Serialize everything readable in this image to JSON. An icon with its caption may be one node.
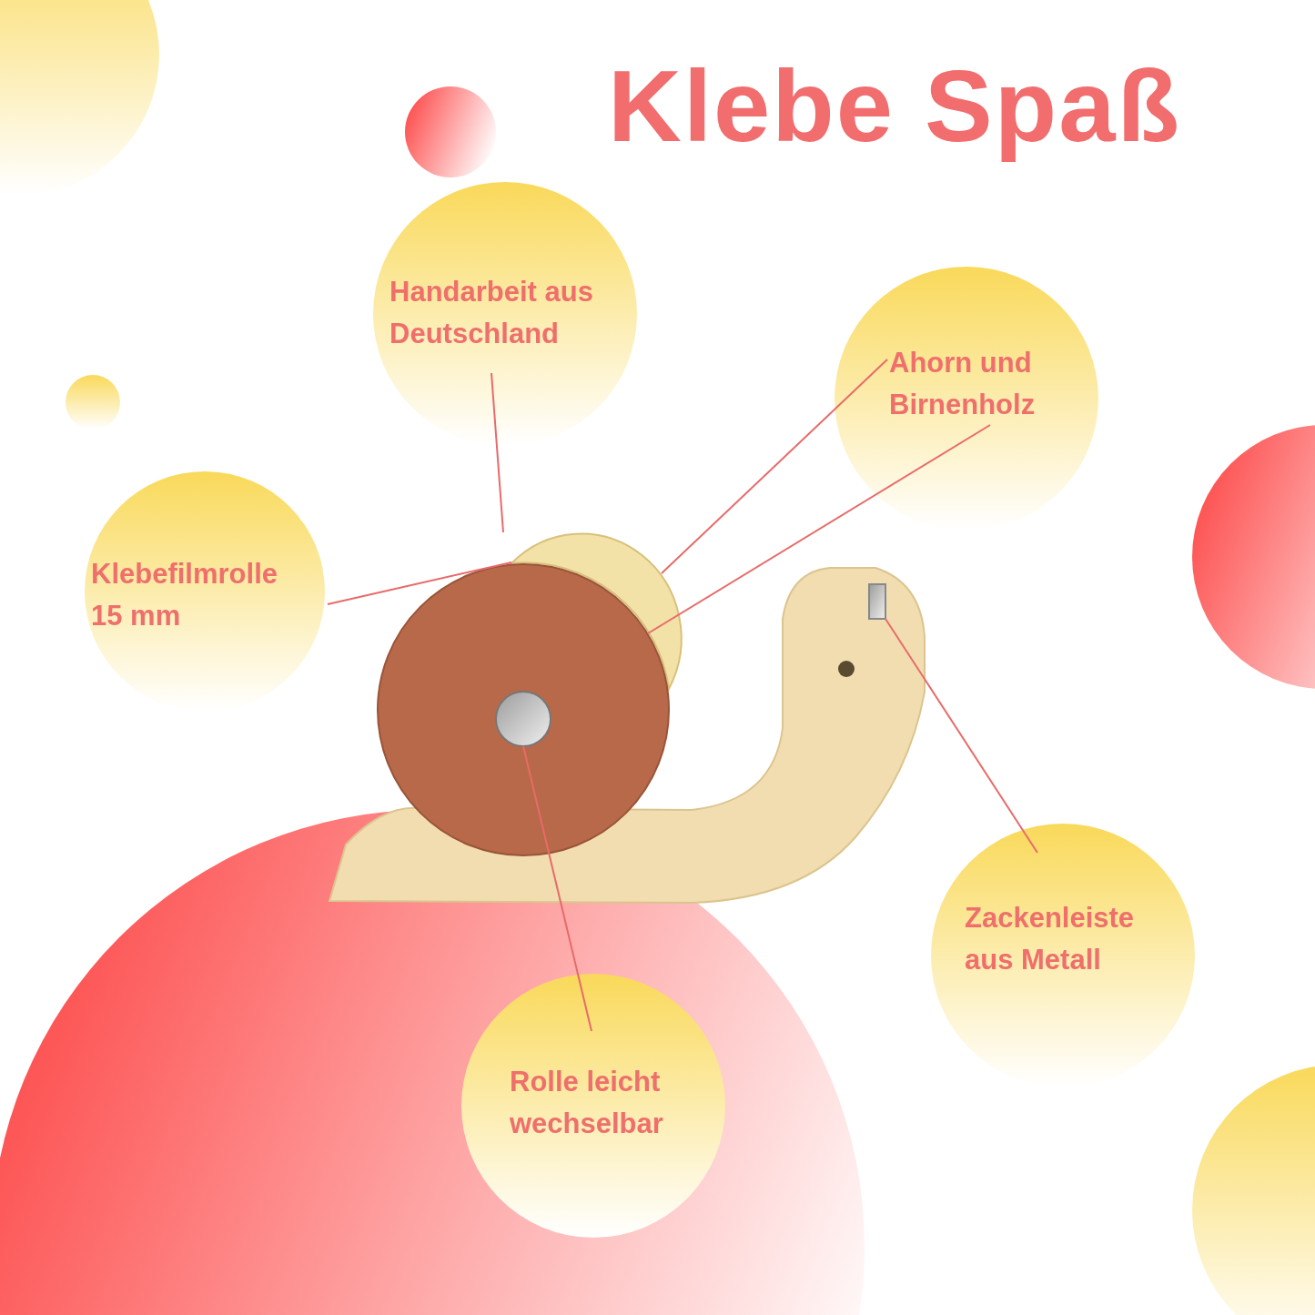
{
  "diagram": {
    "title": "Klebe Spaß",
    "nodes": [
      {
        "text": [
          "Handarbeit aus Deutschland"
        ]
      },
      {
        "text": [
          "Ahorn und Birnenholz"
        ]
      },
      {
        "text": [
          "Klebefilmrolle 15 mm"
        ]
      },
      {
        "text": [
          "Zackenleiste aus Metall"
        ]
      },
      {
        "text": [
          "Rolle leicht wechselbar"
        ]
      },
      {
        "text": [],
        "shape": "cylinder"
      },
      {
        "text": [],
        "shape": "circle"
      },
      {
        "text": [],
        "shape": "bar"
      },
      {
        "text": [],
        "shape": "circle",
        "in": 6
      }
    ],
    "edges": [
      {
        "from": 0,
        "to": 5,
        "arrow": "none"
      },
      {
        "from": 2,
        "to": 5,
        "arrow": "none"
      },
      {
        "from": 1,
        "to": 5,
        "arrow": "none"
      },
      {
        "from": 1,
        "to": 6,
        "arrow": "none"
      },
      {
        "from": 3,
        "to": 7,
        "arrow": "none"
      },
      {
        "from": 4,
        "to": 8,
        "arrow": "none"
      }
    ]
  }
}
